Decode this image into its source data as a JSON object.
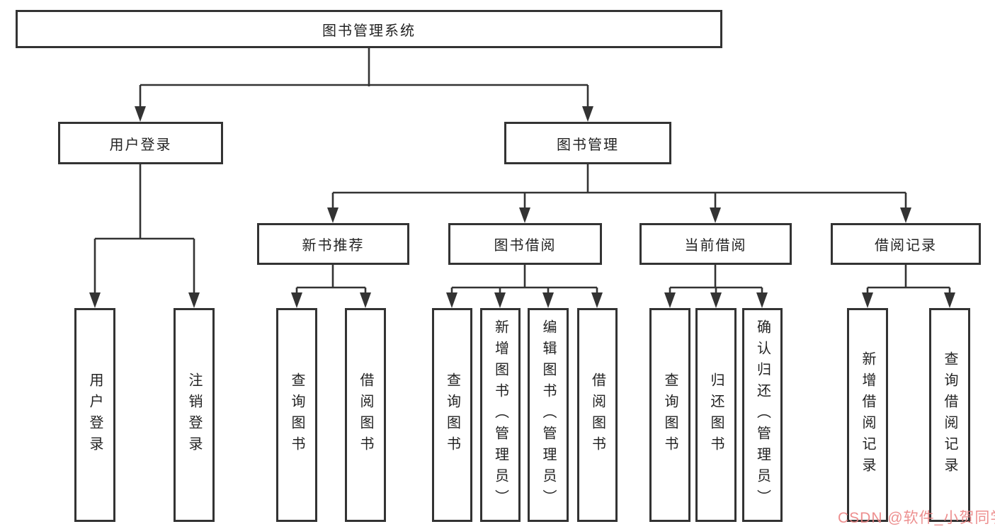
{
  "tree": {
    "label": "图书管理系统",
    "children": [
      {
        "label": "用户登录",
        "children": [
          {
            "label": "用户登录"
          },
          {
            "label": "注销登录"
          }
        ]
      },
      {
        "label": "图书管理",
        "children": [
          {
            "label": "新书推荐",
            "children": [
              {
                "label": "查询图书"
              },
              {
                "label": "借阅图书"
              }
            ]
          },
          {
            "label": "图书借阅",
            "children": [
              {
                "label": "查询图书"
              },
              {
                "label": "新增图书（管理员）"
              },
              {
                "label": "编辑图书（管理员）"
              },
              {
                "label": "借阅图书"
              }
            ]
          },
          {
            "label": "当前借阅",
            "children": [
              {
                "label": "查询图书"
              },
              {
                "label": "归还图书"
              },
              {
                "label": "确认归还（管理员）"
              }
            ]
          },
          {
            "label": "借阅记录",
            "children": [
              {
                "label": "新增借阅记录"
              },
              {
                "label": "查询借阅记录"
              }
            ]
          }
        ]
      }
    ]
  },
  "watermark": {
    "text": "CSDN @软件_小贺同学"
  },
  "colors": {
    "line": "#333333",
    "box_border": "#333333",
    "box_fill": "#ffffff",
    "text": "#232323",
    "watermark": "#ea8080",
    "background": "#ffffff"
  }
}
